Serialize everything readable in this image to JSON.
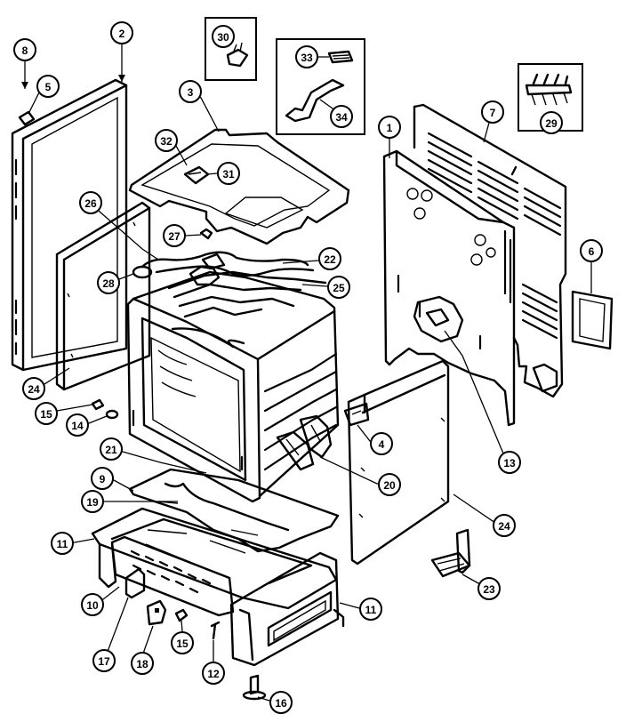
{
  "callouts": [
    {
      "id": "c8a",
      "label": "8"
    },
    {
      "id": "c5",
      "label": "5"
    },
    {
      "id": "c2",
      "label": "2"
    },
    {
      "id": "c30",
      "label": "30"
    },
    {
      "id": "c33",
      "label": "33"
    },
    {
      "id": "c34",
      "label": "34"
    },
    {
      "id": "c3",
      "label": "3"
    },
    {
      "id": "c32",
      "label": "32"
    },
    {
      "id": "c31",
      "label": "31"
    },
    {
      "id": "c1",
      "label": "1"
    },
    {
      "id": "c7",
      "label": "7"
    },
    {
      "id": "c29",
      "label": "29"
    },
    {
      "id": "c26",
      "label": "26"
    },
    {
      "id": "c27",
      "label": "27"
    },
    {
      "id": "c22",
      "label": "22"
    },
    {
      "id": "c28",
      "label": "28"
    },
    {
      "id": "c25",
      "label": "25"
    },
    {
      "id": "c6",
      "label": "6"
    },
    {
      "id": "c24a",
      "label": "24"
    },
    {
      "id": "c15a",
      "label": "15"
    },
    {
      "id": "c14",
      "label": "14"
    },
    {
      "id": "c4",
      "label": "4"
    },
    {
      "id": "c13",
      "label": "13"
    },
    {
      "id": "c21",
      "label": "21"
    },
    {
      "id": "c9",
      "label": "9"
    },
    {
      "id": "c20",
      "label": "20"
    },
    {
      "id": "c19",
      "label": "19"
    },
    {
      "id": "c24b",
      "label": "24"
    },
    {
      "id": "c11a",
      "label": "11"
    },
    {
      "id": "c10",
      "label": "10"
    },
    {
      "id": "c23",
      "label": "23"
    },
    {
      "id": "c11b",
      "label": "11"
    },
    {
      "id": "c17",
      "label": "17"
    },
    {
      "id": "c18",
      "label": "18"
    },
    {
      "id": "c15b",
      "label": "15"
    },
    {
      "id": "c12",
      "label": "12"
    },
    {
      "id": "c16",
      "label": "16"
    }
  ]
}
